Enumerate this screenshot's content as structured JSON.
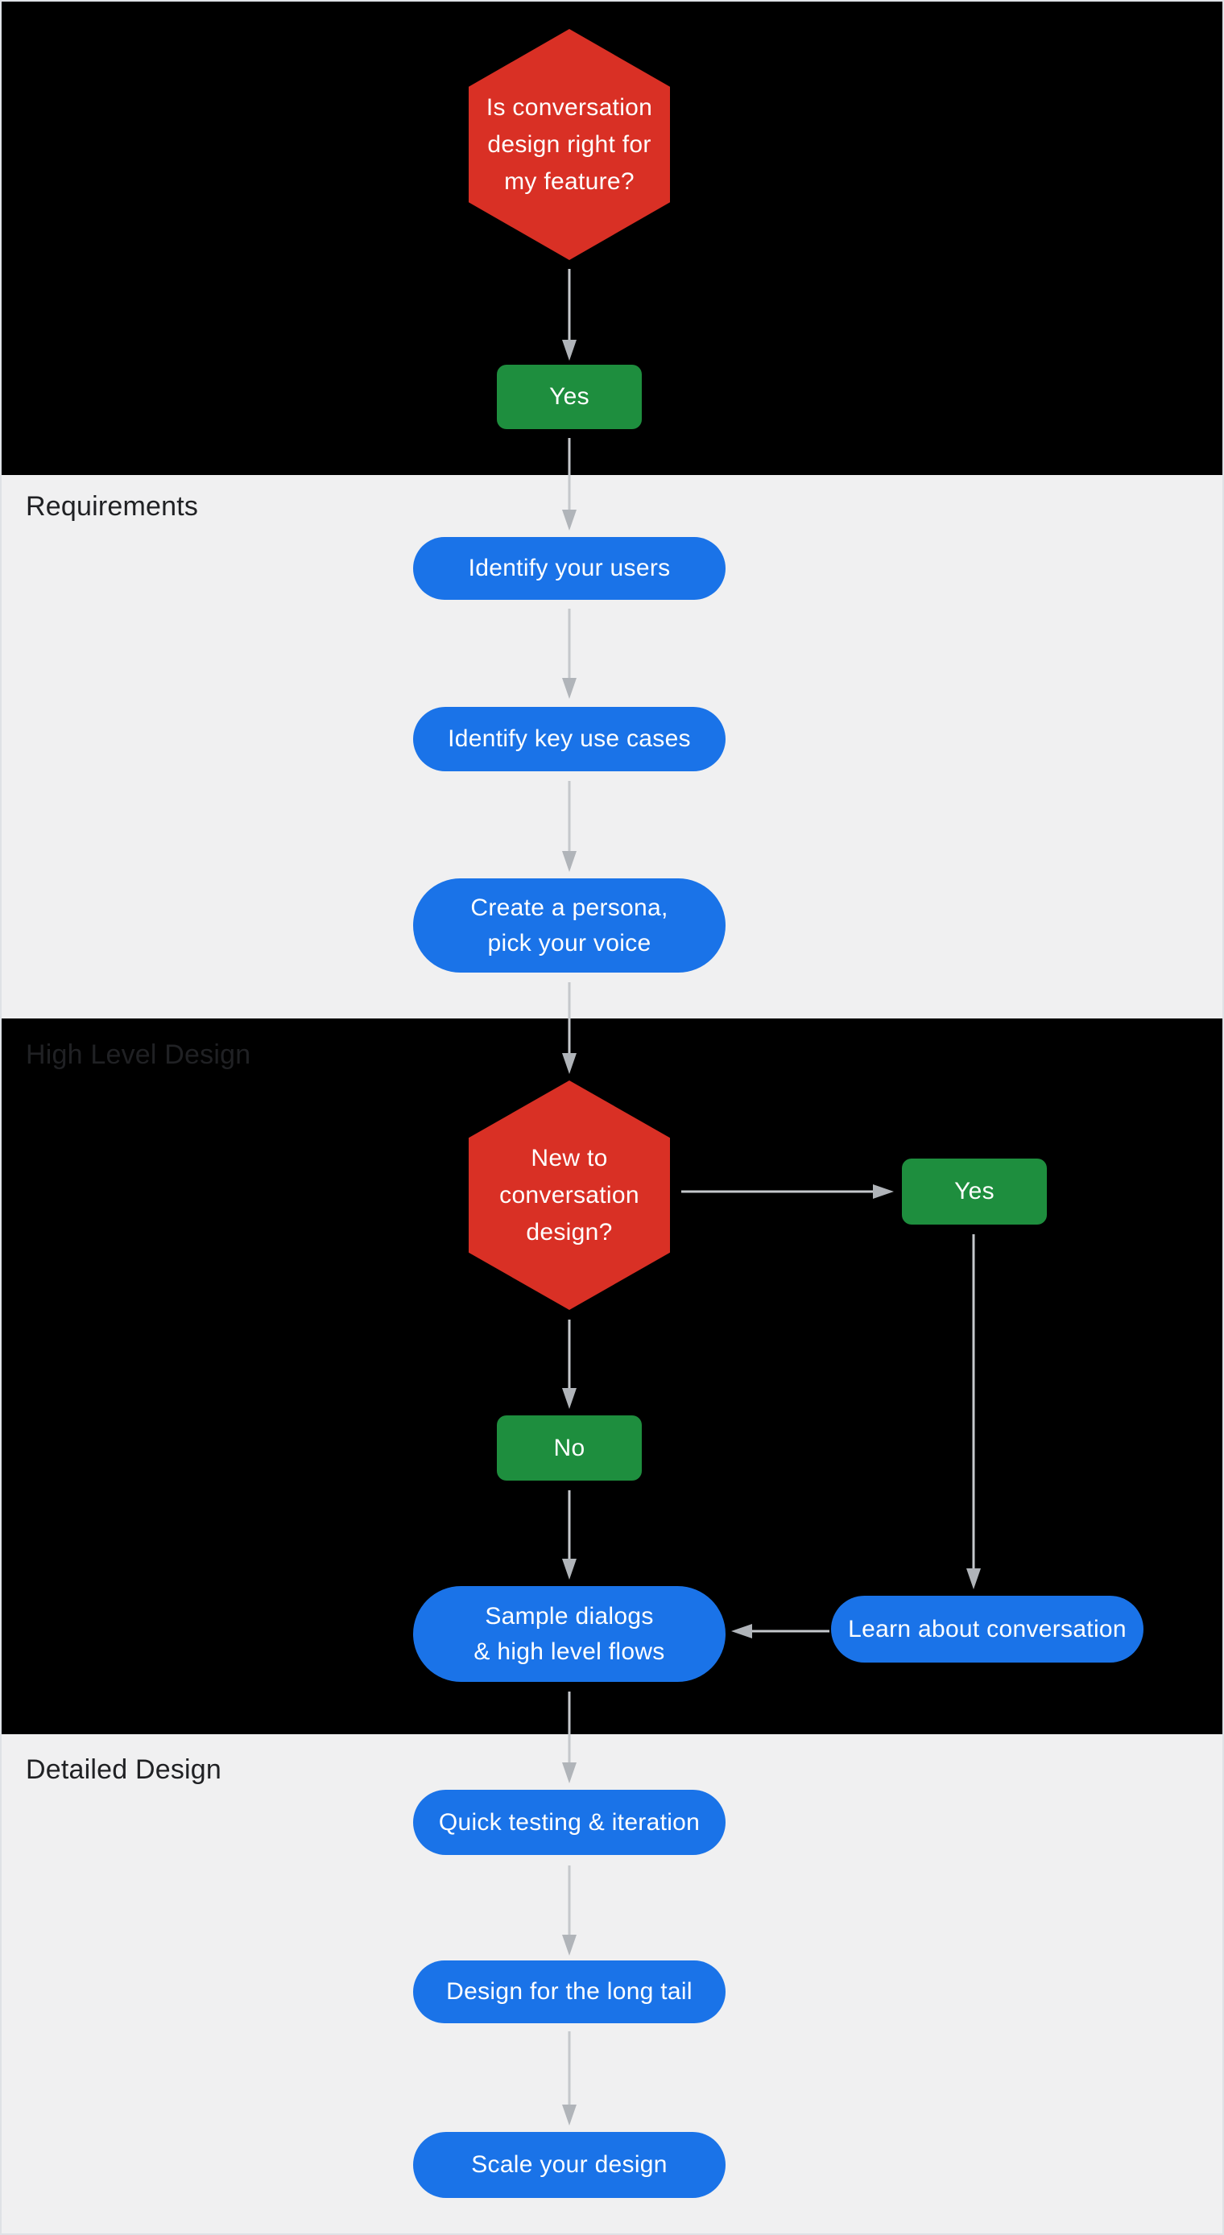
{
  "colors": {
    "blue": "#1a73e8",
    "red": "#d93025",
    "green": "#1e8e3e",
    "background_dark": "#000000",
    "background_light": "#f0f0f1",
    "section_label": "#202124",
    "node_text": "#ffffff",
    "arrow_line": "#c5c8cc",
    "arrow_head": "#b0b4b9",
    "canvas_border": "#dfe2e6"
  },
  "sections": {
    "requirements": {
      "label": "Requirements"
    },
    "high_level_design": {
      "label": "High Level Design"
    },
    "detailed_design": {
      "label": "Detailed Design"
    }
  },
  "nodes": {
    "decision_start": {
      "type": "decision",
      "lines": [
        "Is conversation",
        "design right for",
        "my feature?"
      ]
    },
    "start_yes": {
      "type": "answer",
      "label": "Yes"
    },
    "identify_users": {
      "type": "step",
      "label": "Identify your users"
    },
    "identify_key_use_cases": {
      "type": "step",
      "label": "Identify key use cases"
    },
    "create_persona": {
      "type": "step",
      "lines": [
        "Create a persona,",
        "pick your voice"
      ]
    },
    "decision_new_to_design": {
      "type": "decision",
      "lines": [
        "New to",
        "conversation",
        "design?"
      ]
    },
    "new_yes": {
      "type": "answer",
      "label": "Yes"
    },
    "new_no": {
      "type": "answer",
      "label": "No"
    },
    "sample_dialogs": {
      "type": "step",
      "lines": [
        "Sample dialogs",
        "& high level flows"
      ]
    },
    "learn_about_conversation": {
      "type": "step",
      "label": "Learn about conversation"
    },
    "quick_testing": {
      "type": "step",
      "label": "Quick testing & iteration"
    },
    "design_long_tail": {
      "type": "step",
      "label": "Design for the long tail"
    },
    "scale_your_design": {
      "type": "step",
      "label": "Scale your design"
    }
  }
}
